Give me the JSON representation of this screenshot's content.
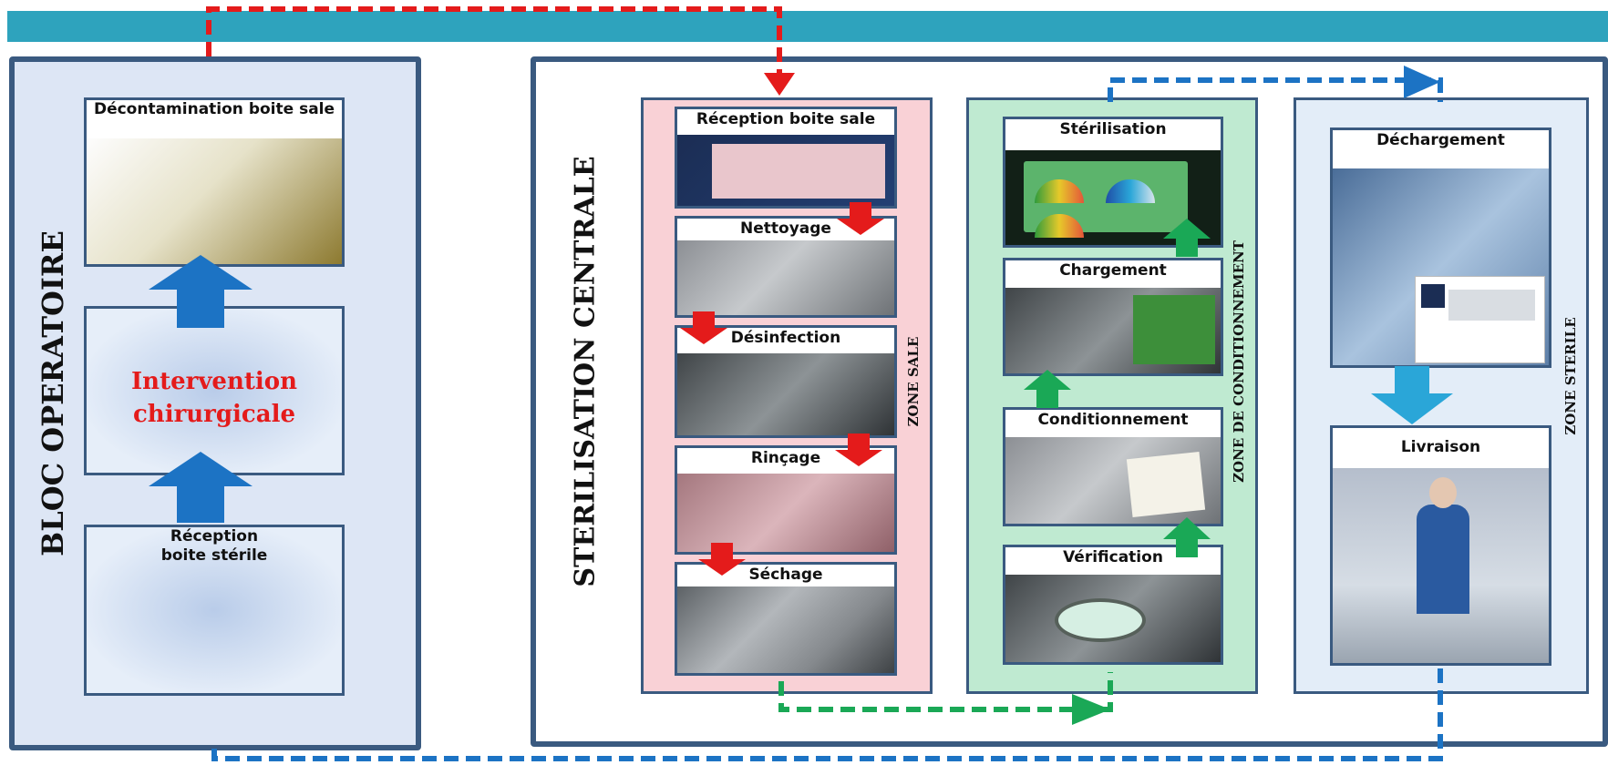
{
  "bloc_operatoire": {
    "title": "BLOC OPERATOIRE",
    "steps": [
      {
        "label": "Décontamination boite sale"
      },
      {
        "label": "Intervention chirurgicale"
      },
      {
        "label": "Réception boite stérile"
      }
    ]
  },
  "sterilisation_centrale": {
    "title": "STERILISATION CENTRALE",
    "zones": [
      {
        "name": "ZONE SALE",
        "steps": [
          "Réception boite sale",
          "Nettoyage",
          "Désinfection",
          "Rinçage",
          "Séchage"
        ]
      },
      {
        "name": "ZONE DE CONDITIONNEMENT",
        "steps": [
          "Stérilisation",
          "Chargement",
          "Conditionnement",
          "Vérification"
        ]
      },
      {
        "name": "ZONE STERILE",
        "steps": [
          "Déchargement",
          "Livraison"
        ]
      }
    ]
  },
  "colors": {
    "top_bar": "#2ea3bd",
    "panel_border": "#3a5a80",
    "zone_sale_bg": "#f9d1d6",
    "zone_conditionnement_bg": "#bfead1",
    "zone_sterile_bg": "#e3edf8",
    "arrow_blue": "#1c73c4",
    "arrow_red": "#e41b1b",
    "arrow_green": "#1aa856",
    "arrow_cyan": "#2aa6d8",
    "intervention_text": "#e41b1b"
  },
  "icons": [
    "red-dashed-connector",
    "green-dashed-connector",
    "blue-dashed-top-connector",
    "blue-dashed-bottom-connector"
  ]
}
